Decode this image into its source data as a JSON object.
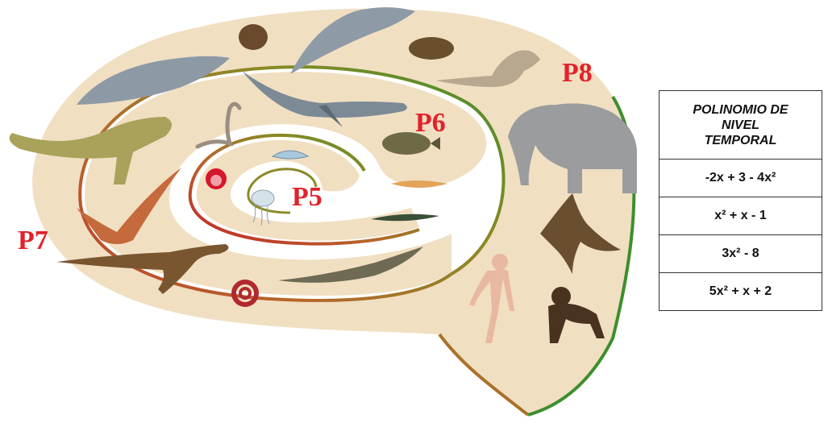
{
  "periods": [
    {
      "id": "P5",
      "label": "P5"
    },
    {
      "id": "P6",
      "label": "P6"
    },
    {
      "id": "P7",
      "label": "P7"
    },
    {
      "id": "P8",
      "label": "P8"
    }
  ],
  "table": {
    "header_lines": [
      "POLINOMIO DE",
      "NIVEL",
      "TEMPORAL"
    ],
    "rows": [
      "-2x + 3 - 4x²",
      "x² + x - 1",
      "3x² - 8",
      "5x² + x + 2"
    ]
  },
  "colors": {
    "spiral_fill": "#f1dfc2",
    "label_red": "#e0232b",
    "edge_green": "#3c8f2c",
    "edge_red": "#c4242a",
    "edge_olive": "#8a8a25"
  },
  "organisms": [
    "jellyfish",
    "sea-anemone",
    "shell",
    "eel",
    "shark",
    "flatfish",
    "salamander",
    "small-lizard",
    "crocodile",
    "coiled-snake",
    "raptor-dinosaur",
    "pterosaur",
    "theropod-dinosaur",
    "whale",
    "dolphin",
    "beaver",
    "platypus",
    "kangaroo",
    "elephant",
    "eagle",
    "chimpanzee",
    "human"
  ]
}
